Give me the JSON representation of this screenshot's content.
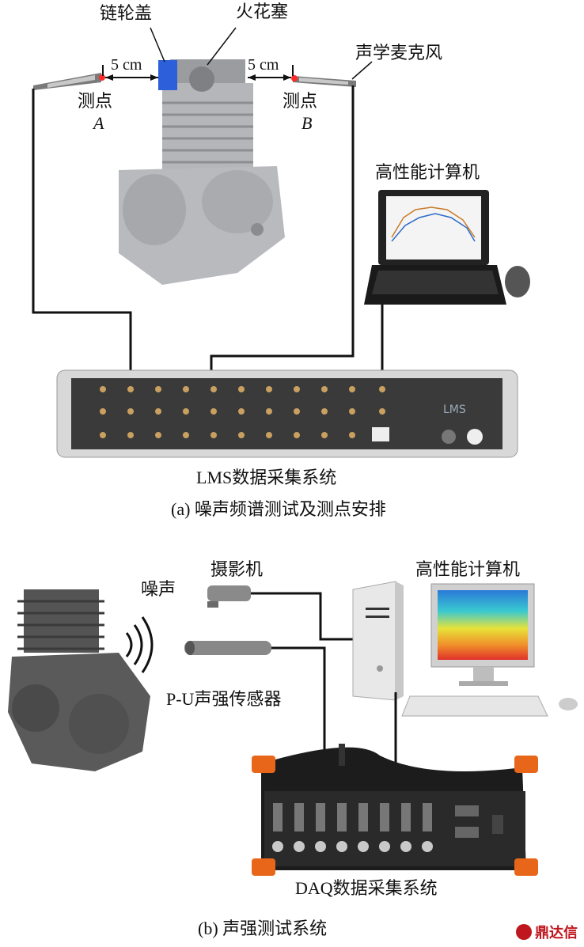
{
  "panel_a": {
    "labels": {
      "chain_cover": "链轮盖",
      "spark_plug": "火花塞",
      "mic": "声学麦克风",
      "dist_left": "5 cm",
      "dist_right": "5 cm",
      "point_a_text": "测点",
      "point_a_letter": "A",
      "point_b_text": "测点",
      "point_b_letter": "B",
      "computer": "高性能计算机",
      "lms_system": "LMS数据采集系统"
    },
    "caption": "(a) 噪声频谱测试及测点安排"
  },
  "panel_b": {
    "labels": {
      "camera": "摄影机",
      "noise": "噪声",
      "computer": "高性能计算机",
      "sensor": "P-U声强传感器",
      "daq_system": "DAQ数据采集系统"
    },
    "caption": "(b) 声强测试系统"
  },
  "watermark": {
    "text": "鼎达信"
  },
  "colors": {
    "probe_point": "#ff2a2a",
    "chain_cover": "#2c5fd9",
    "watermark": "#c0161d",
    "daq_corner": "#e8661a"
  }
}
